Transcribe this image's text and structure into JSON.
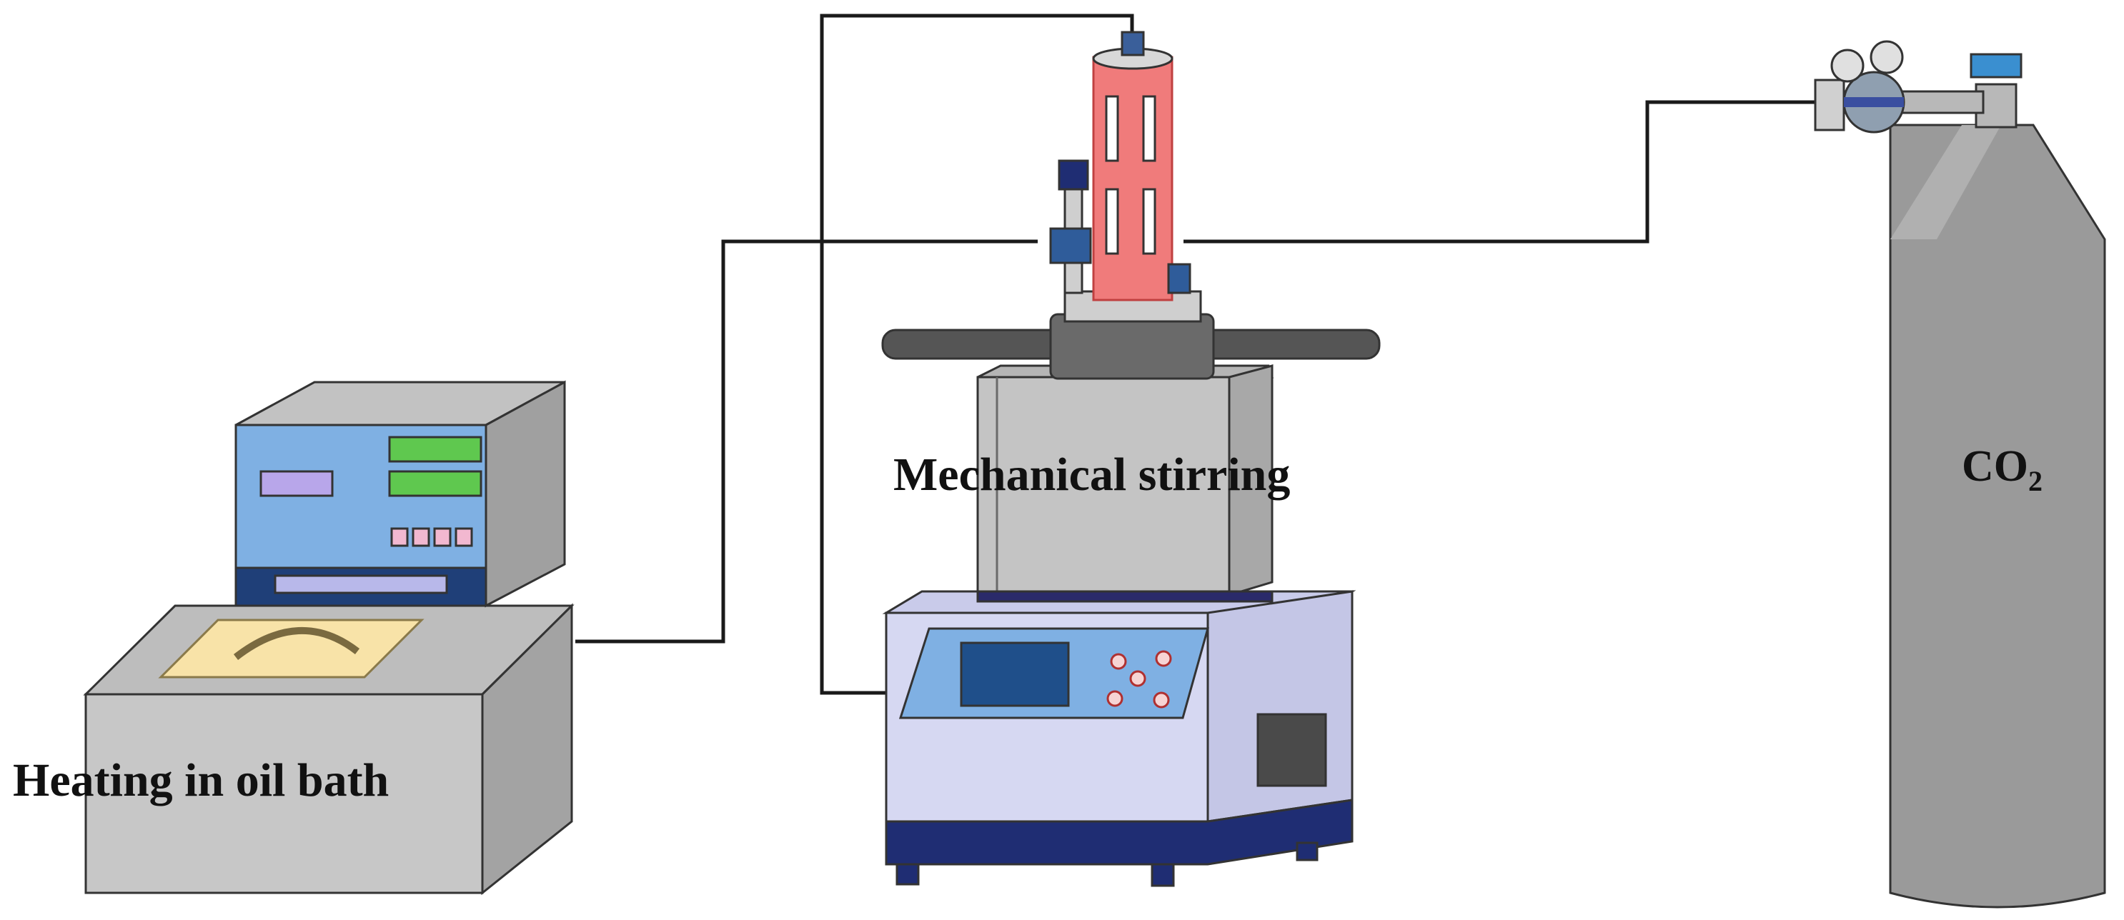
{
  "labels": {
    "heating": "Heating in oil bath",
    "stirring": "Mechanical stirring",
    "gas_main": "CO",
    "gas_subscript": "2"
  },
  "colors": {
    "equipment_gray": "#c4c4c4",
    "panel_blue": "#7fb0e3",
    "display_green": "#5fc84f",
    "reactor_red": "#f07b7b",
    "stirrer_base_lavender": "#d6d8f2",
    "stirrer_base_navy": "#1f2d73",
    "cylinder_gray": "#9a9a9a",
    "oil_yellow": "#f8e3a8"
  }
}
